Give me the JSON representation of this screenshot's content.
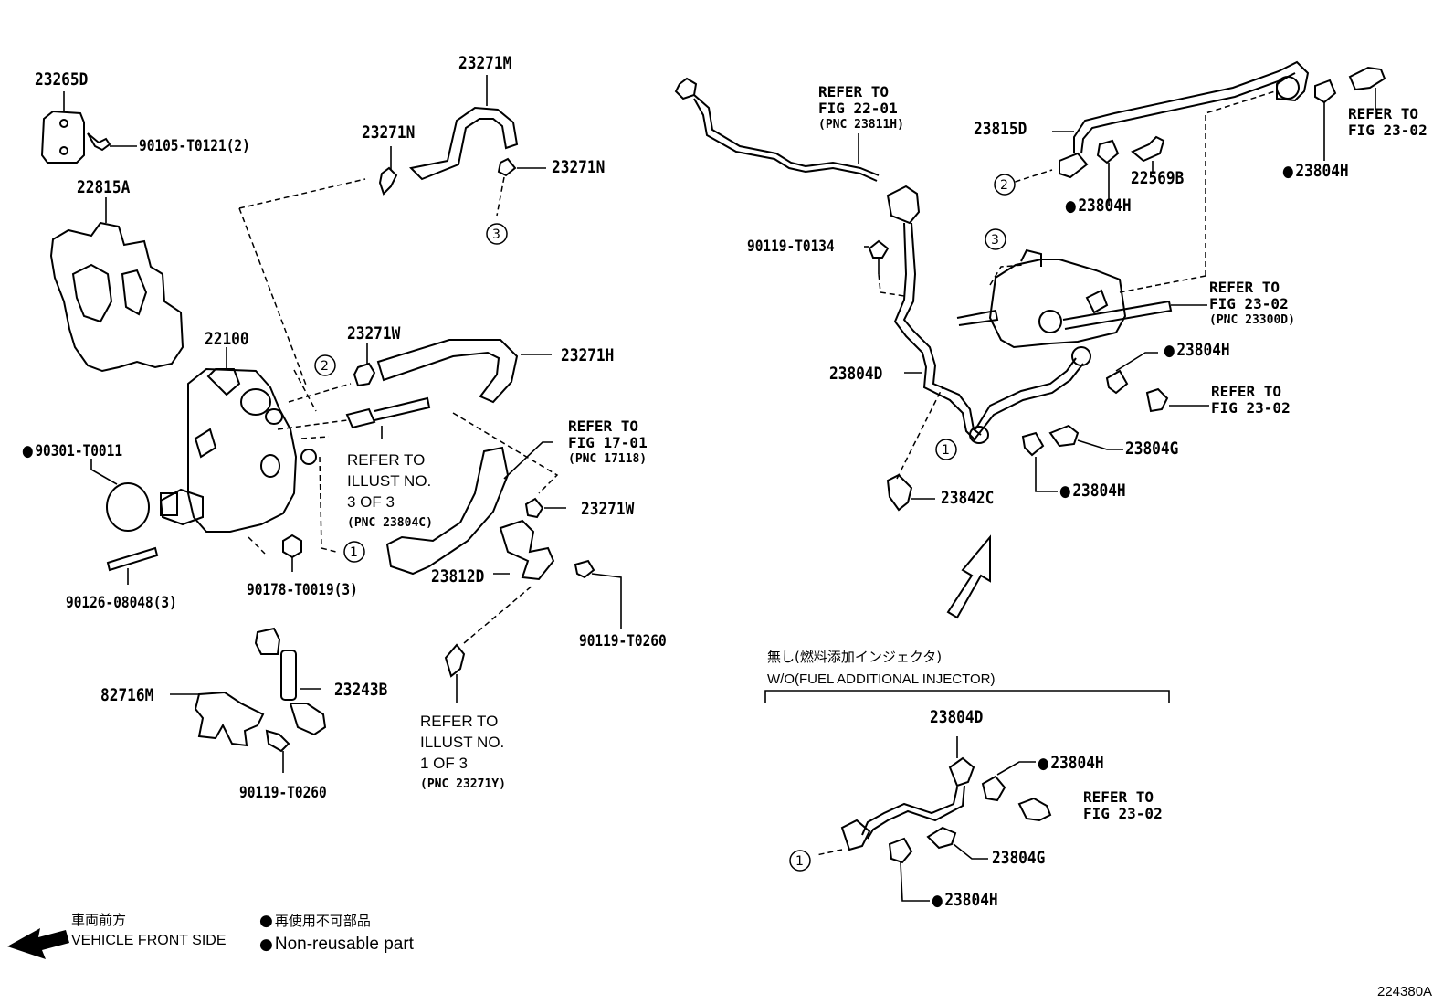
{
  "diagram_id": "224380A",
  "parts": {
    "p23265D": "23265D",
    "p90105": "90105-T0121(2)",
    "p22815A": "22815A",
    "p22100": "22100",
    "p90301": "90301-T0011",
    "p90126": "90126-08048(3)",
    "p90178": "90178-T0019(3)",
    "p23271M": "23271M",
    "p23271N_a": "23271N",
    "p23271N_b": "23271N",
    "p23271W_a": "23271W",
    "p23271H": "23271H",
    "p23271W_b": "23271W",
    "p23812D": "23812D",
    "p90119_a": "90119-T0260",
    "p82716M": "82716M",
    "p23243B": "23243B",
    "p90119_b": "90119-T0260",
    "p90119_c": "90119-T0134",
    "p23815D": "23815D",
    "p22569B": "22569B",
    "p23804H_a": "23804H",
    "p23804H_b": "23804H",
    "p23804H_c": "23804H",
    "p23804H_d": "23804H",
    "p23804D_a": "23804D",
    "p23804G_a": "23804G",
    "p23842C": "23842C",
    "p23804D_b": "23804D",
    "p23804H_e": "23804H",
    "p23804G_b": "23804G",
    "p23804H_f": "23804H"
  },
  "refs": {
    "illust3": [
      "REFER TO",
      "ILLUST NO.",
      "3 OF 3"
    ],
    "illust3_pnc": "(PNC 23804C)",
    "fig17": [
      "REFER TO",
      "FIG 17-01"
    ],
    "fig17_pnc": "(PNC 17118)",
    "illust1": [
      "REFER TO",
      "ILLUST NO.",
      "1 OF 3"
    ],
    "illust1_pnc": "(PNC 23271Y)",
    "fig22": [
      "REFER TO",
      "FIG 22-01"
    ],
    "fig22_pnc": "(PNC 23811H)",
    "fig23_a": [
      "REFER TO",
      "FIG 23-02"
    ],
    "fig23_b": [
      "REFER TO",
      "FIG 23-02"
    ],
    "fig23_b_pnc": "(PNC 23300D)",
    "fig23_c": [
      "REFER TO",
      "FIG 23-02"
    ],
    "fig23_d": [
      "REFER TO",
      "FIG 23-02"
    ]
  },
  "variant": {
    "jp": "無し(燃料添加インジェクタ)",
    "en": "W/O(FUEL ADDITIONAL INJECTOR)"
  },
  "legend": {
    "front_jp": "車両前方",
    "front_en": "VEHICLE FRONT SIDE",
    "nonreuse_jp": "再使用不可部品",
    "nonreuse_en": "Non-reusable part"
  },
  "callouts": [
    "1",
    "2",
    "3"
  ]
}
